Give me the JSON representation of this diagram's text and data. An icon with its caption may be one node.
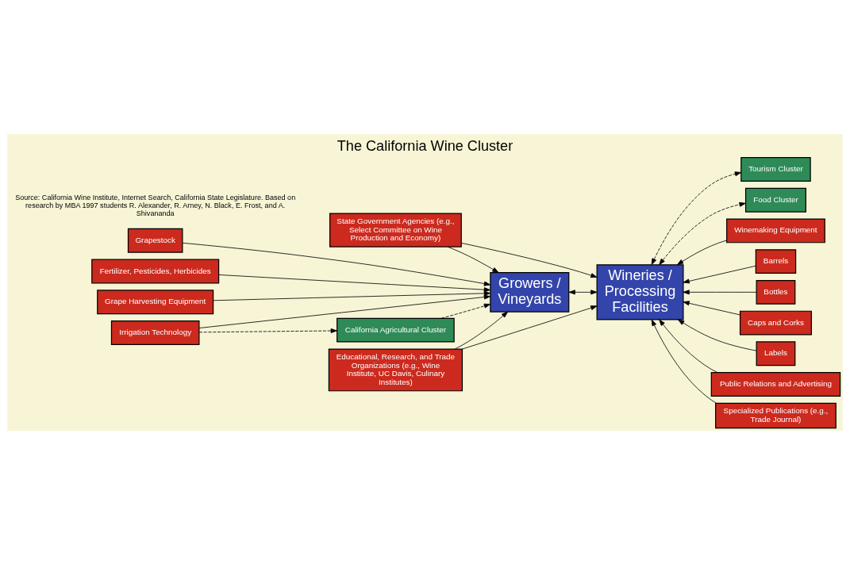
{
  "diagram": {
    "title": "The California Wine Cluster",
    "nodes": [
      {
        "text": [
          "Grapestock"
        ]
      },
      {
        "text": [
          "Fertilizer, Pesticides, Herbicides"
        ]
      },
      {
        "text": [
          "Grape Harvesting Equipment"
        ]
      },
      {
        "text": [
          "Irrigation Technology"
        ]
      },
      {
        "text": [
          "State Government Agencies (e.g., Select Committee on Wine Production and Economy)"
        ]
      },
      {
        "text": [
          "Growers / Vineyards"
        ]
      },
      {
        "text": [
          "Wineries / Processing Facilities"
        ]
      },
      {
        "text": [
          "Winemaking Equipment"
        ]
      },
      {
        "text": [
          "Barrels"
        ]
      },
      {
        "text": [
          "Bottles"
        ]
      },
      {
        "text": [
          "Caps and Corks"
        ]
      },
      {
        "text": [
          "Labels"
        ]
      },
      {
        "text": [
          "Public Relations and Advertising"
        ]
      },
      {
        "text": [
          "Specialized Publications (e.g., Trade Journal)"
        ]
      },
      {
        "text": [
          "California Agricultural Cluster"
        ]
      },
      {
        "text": [
          "Educational, Research, and Trade Organizations (e.g., Wine Institute, UC Davis, Culinary Institutes)"
        ]
      },
      {
        "text": [
          "Tourism Cluster"
        ]
      },
      {
        "text": [
          "Food Cluster"
        ]
      }
    ],
    "edges": [
      {
        "from": 0,
        "to": 5,
        "arrow": "to"
      },
      {
        "from": 1,
        "to": 5,
        "arrow": "to"
      },
      {
        "from": 2,
        "to": 5,
        "arrow": "to"
      },
      {
        "from": 3,
        "to": 5,
        "arrow": "to"
      },
      {
        "from": 4,
        "to": 5,
        "arrow": "to"
      },
      {
        "from": 4,
        "to": 6,
        "arrow": "to"
      },
      {
        "from": 5,
        "to": 6,
        "arrow": "both"
      },
      {
        "from": 7,
        "to": 6,
        "arrow": "to"
      },
      {
        "from": 8,
        "to": 6,
        "arrow": "to"
      },
      {
        "from": 9,
        "to": 6,
        "arrow": "to"
      },
      {
        "from": 10,
        "to": 6,
        "arrow": "to"
      },
      {
        "from": 11,
        "to": 6,
        "arrow": "to"
      },
      {
        "from": 12,
        "to": 6,
        "arrow": "to"
      },
      {
        "from": 13,
        "to": 6,
        "arrow": "to"
      },
      {
        "from": 3,
        "to": 14,
        "arrow": "to",
        "style": "dashed"
      },
      {
        "from": 14,
        "to": 5,
        "arrow": "to",
        "style": "dashed"
      },
      {
        "from": 15,
        "to": 5,
        "arrow": "to"
      },
      {
        "from": 15,
        "to": 6,
        "arrow": "to"
      },
      {
        "from": 6,
        "to": 16,
        "arrow": "both",
        "style": "dashed"
      },
      {
        "from": 6,
        "to": 17,
        "arrow": "both",
        "style": "dashed"
      }
    ],
    "labels": [
      "Source: California Wine Institute, Internet Search, California State Legislature. Based on research by MBA 1997 students R. Alexander, R. Arney, N. Black, E. Frost, and A. Shivananda"
    ]
  }
}
